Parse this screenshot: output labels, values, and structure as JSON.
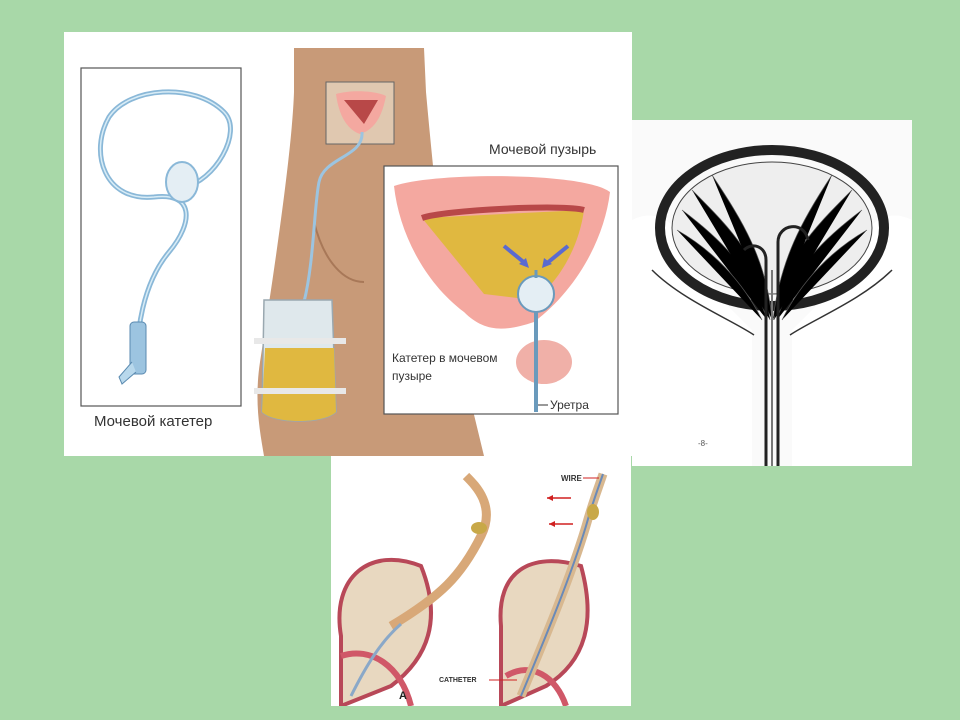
{
  "slide": {
    "background_color": "#a8d8a8"
  },
  "left_panel": {
    "catheter_caption": "Мочевой катетер",
    "bladder_title": "Мочевой пузырь",
    "catheter_in_bladder_line1": "Катетер в мочевом",
    "catheter_in_bladder_line2": "пузыре",
    "urethra_label": "Уретра"
  },
  "right_panel": {
    "figure_mark": "-8-"
  },
  "bottom_panel": {
    "wire_label": "WIRE",
    "catheter_label": "CATHETER",
    "panel_letter": "A"
  },
  "colors": {
    "catheter_blue": "#8ab8d8",
    "skin": "#c89a78",
    "bladder_pink": "#f4a8a0",
    "urine_yellow": "#e0b840",
    "arrow_blue": "#5a6ad0",
    "arrow_red": "#d02020"
  }
}
